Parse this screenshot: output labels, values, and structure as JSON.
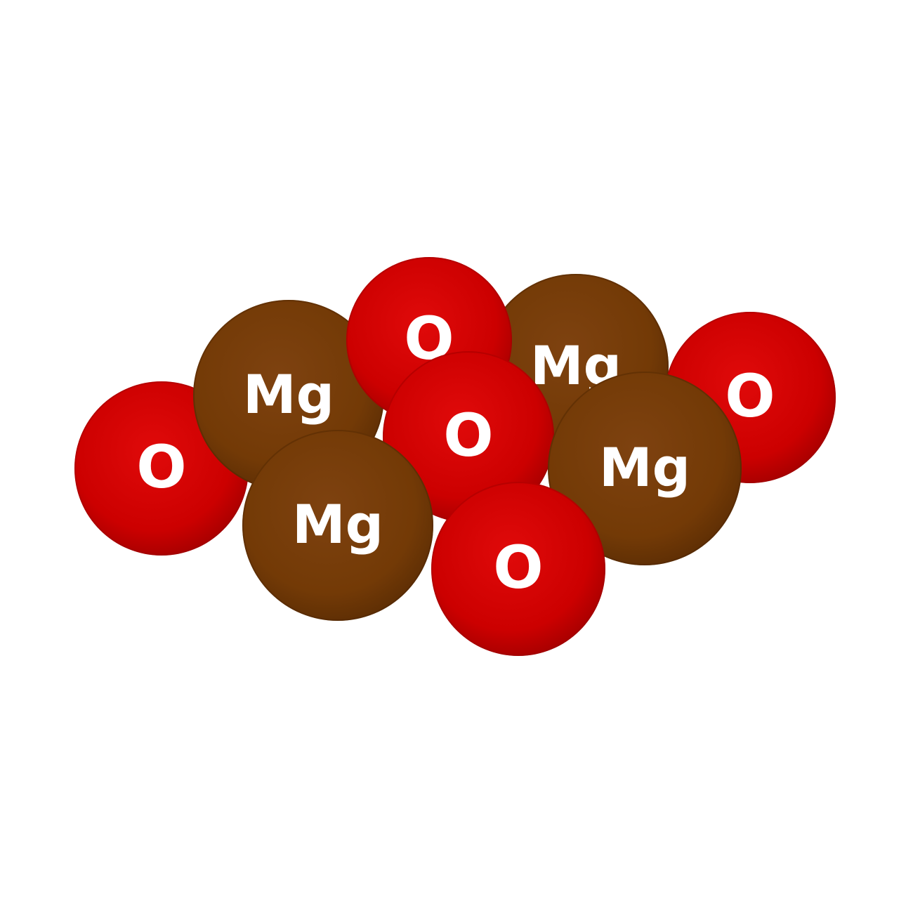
{
  "colors": {
    "oxygen": "#d10000",
    "magnesium": "#7a3d08",
    "label": "#ffffff",
    "background": "#ffffff"
  },
  "atoms": [
    {
      "element": "oxygen",
      "label": "O"
    },
    {
      "element": "magnesium",
      "label": "Mg"
    },
    {
      "element": "magnesium",
      "label": "Mg"
    },
    {
      "element": "oxygen",
      "label": "O"
    },
    {
      "element": "oxygen",
      "label": "O"
    },
    {
      "element": "oxygen",
      "label": "O"
    },
    {
      "element": "magnesium",
      "label": "Mg"
    },
    {
      "element": "magnesium",
      "label": "Mg"
    },
    {
      "element": "oxygen",
      "label": "O"
    }
  ]
}
